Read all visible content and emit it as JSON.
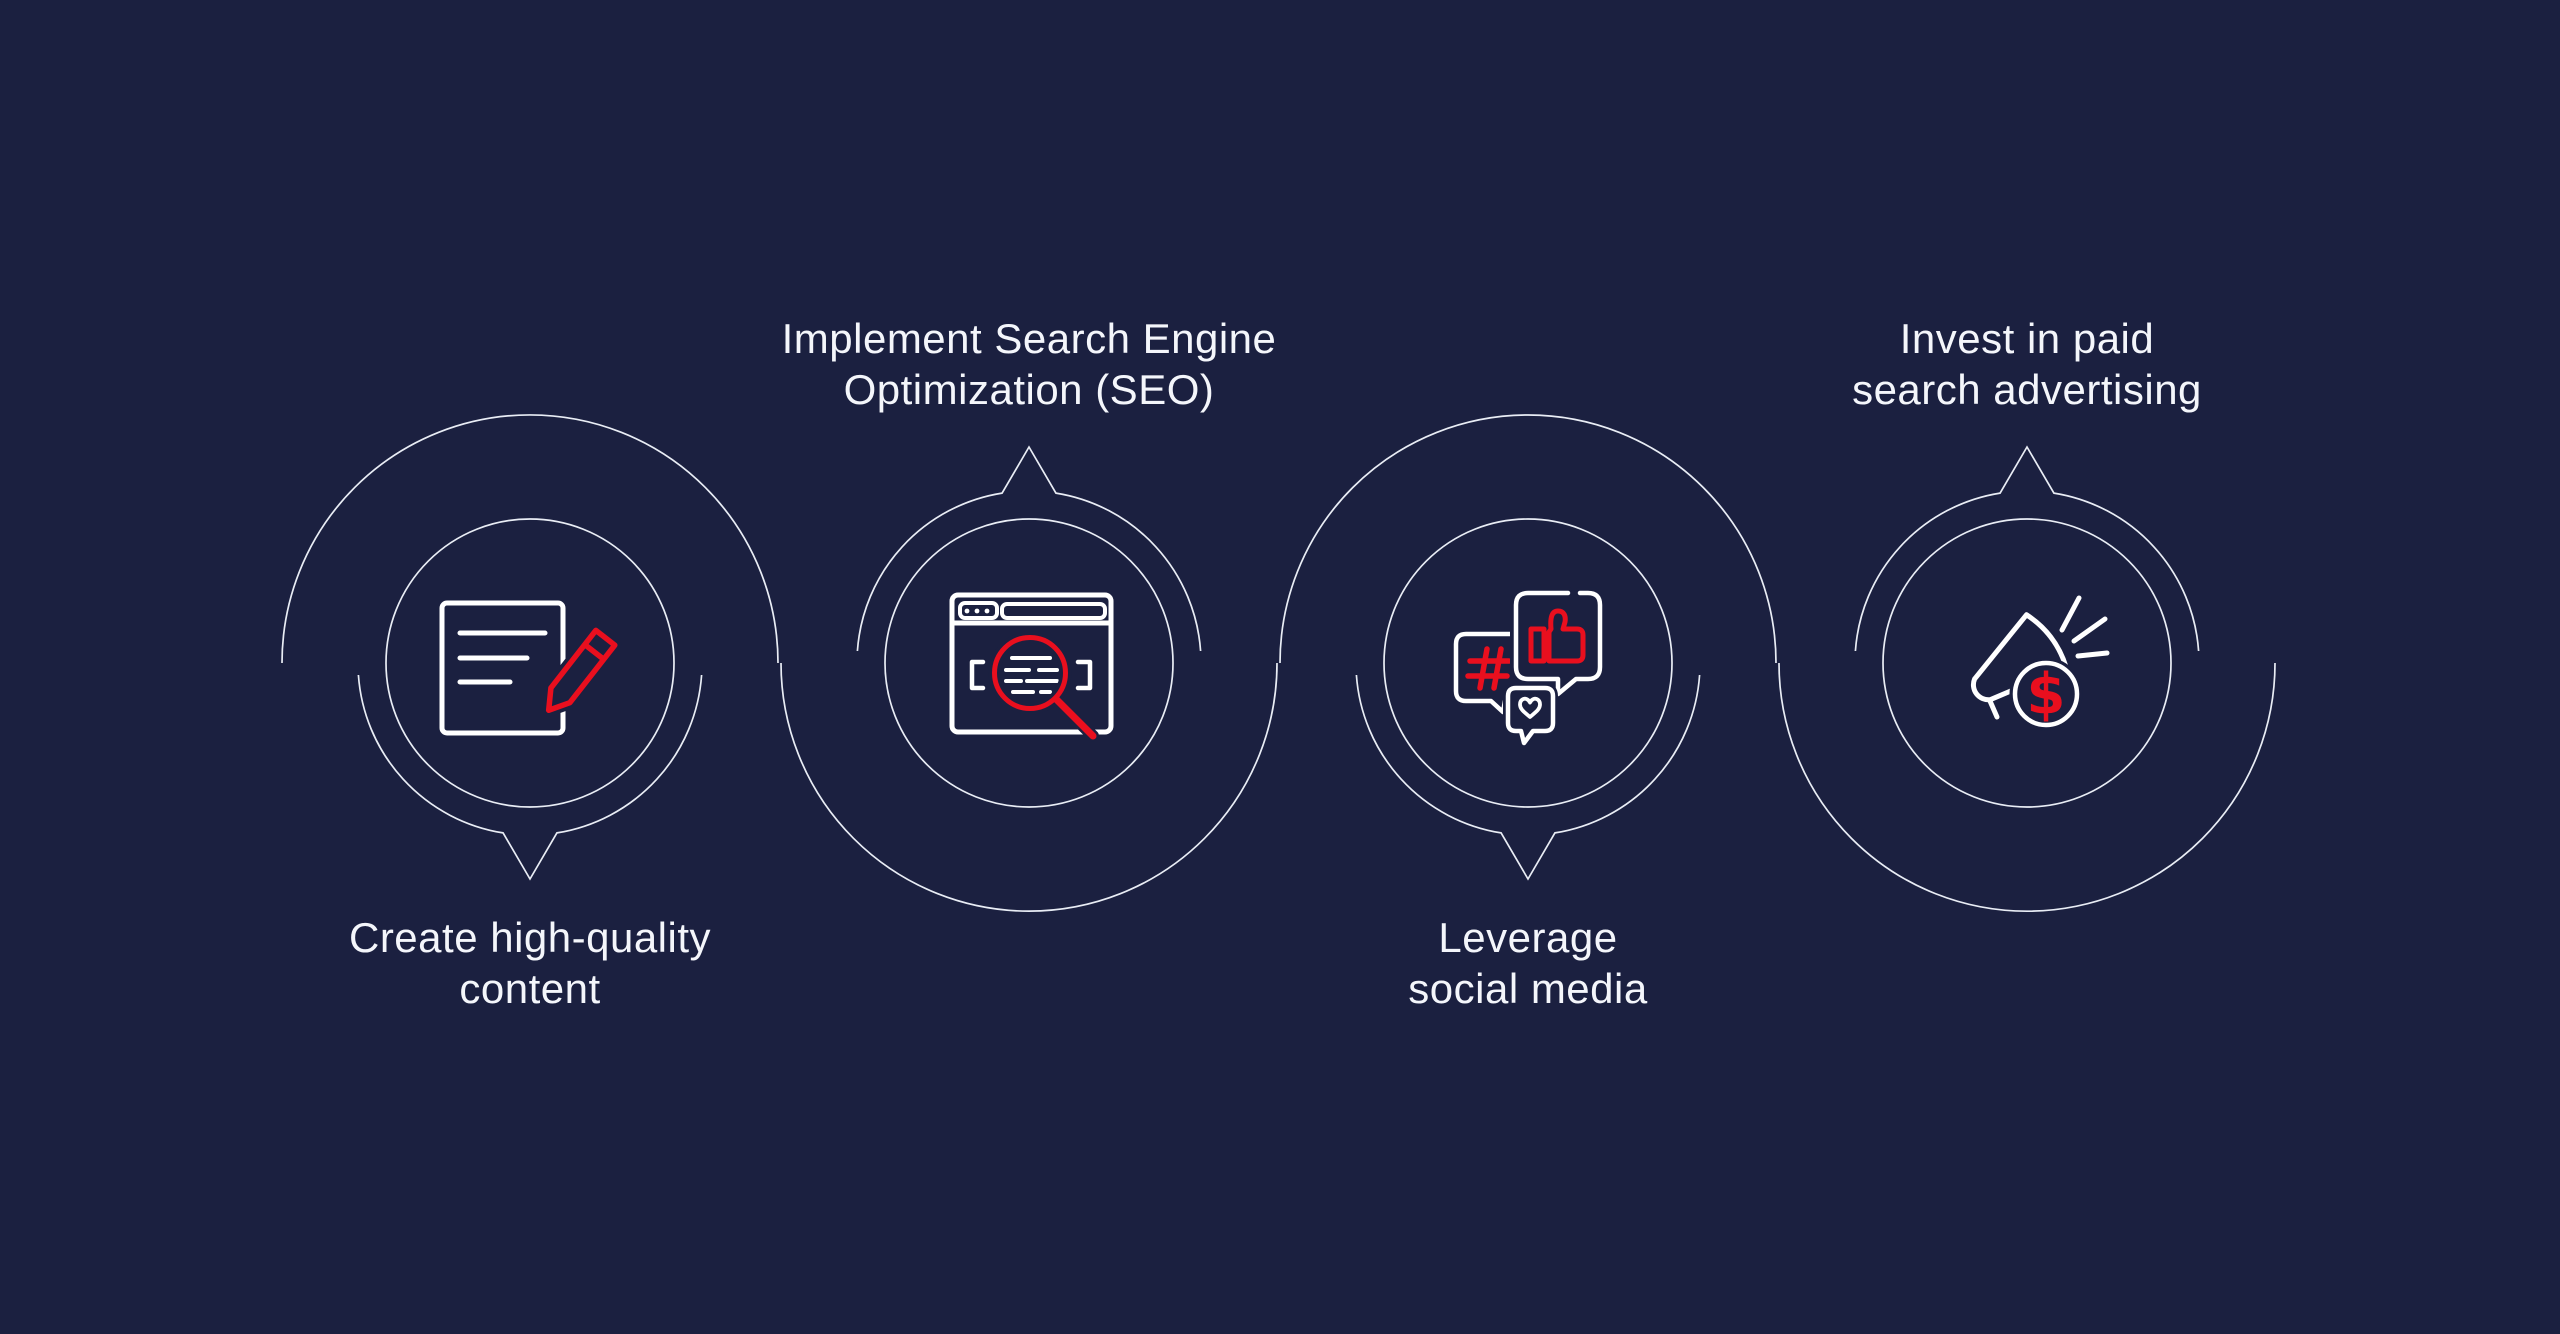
{
  "title": "Search marketing strategy infographic",
  "colors": {
    "background": "#1b2040",
    "line": "#e9edf5",
    "icon_stroke": "#ffffff",
    "accent_red": "#e90f1e",
    "text": "#f4f6fb"
  },
  "glyphs": {
    "dollar": "$",
    "hashtag": "#"
  },
  "steps": [
    {
      "id": 1,
      "label_line1": "Create high-quality",
      "label_line2": "content",
      "icon": "document-pencil",
      "label_position": "below"
    },
    {
      "id": 2,
      "label_line1": "Implement Search Engine",
      "label_line2": "Optimization (SEO)",
      "icon": "browser-seo-search",
      "label_position": "above"
    },
    {
      "id": 3,
      "label_line1": "Leverage",
      "label_line2": "social media",
      "icon": "social-media-bubbles",
      "label_position": "below"
    },
    {
      "id": 4,
      "label_line1": "Invest in paid",
      "label_line2": "search advertising",
      "icon": "megaphone-dollar",
      "label_position": "above"
    }
  ]
}
